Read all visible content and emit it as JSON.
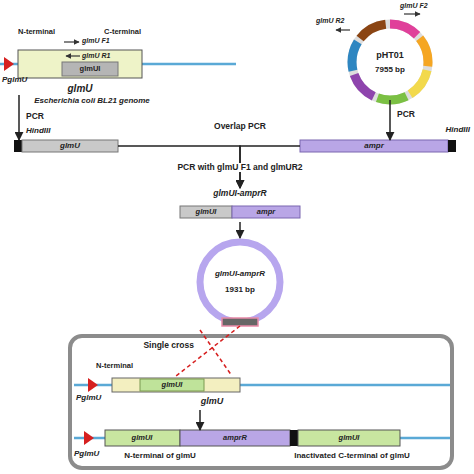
{
  "diagram": {
    "nodes": [
      {
        "text": [
          "glmUI",
          "glmU"
        ]
      },
      {
        "text": [
          "pHT01",
          "7955 bp"
        ]
      },
      {
        "text": [
          "glmU"
        ]
      },
      {
        "text": [
          "ampr"
        ]
      },
      {
        "text": [
          "glmUI-amprR",
          "glmUI",
          "ampr"
        ]
      },
      {
        "text": [
          "glmUI-amprR",
          "1931 bp"
        ]
      },
      {
        "text": [
          "glmUI",
          "glmU"
        ]
      },
      {
        "text": [
          "glmUI",
          "amprR",
          "glmUI"
        ]
      }
    ],
    "edges": [
      {
        "from": 0,
        "to": 2,
        "label": "PCR",
        "arrow": "to"
      },
      {
        "from": 1,
        "to": 3,
        "label": "PCR",
        "arrow": "to"
      },
      {
        "from": 2,
        "to": 4,
        "arrow": "to"
      },
      {
        "from": 3,
        "to": 4,
        "arrow": "to"
      },
      {
        "from": 4,
        "to": 5,
        "arrow": "to"
      },
      {
        "from": 5,
        "to": 6,
        "label": "Single cross",
        "arrow": "none"
      },
      {
        "from": 6,
        "to": 7,
        "arrow": "to"
      }
    ],
    "labels": [
      "N-terminal",
      "C-terminal",
      "glmU F1",
      "glmU R1",
      "PglmU",
      "Escherichia coli BL21 genome",
      "glmU F2",
      "glmU R2",
      "HindIII",
      "HindIII",
      "Overlap PCR",
      "PCR with glmU F1 and glmUR2",
      "N-terminal",
      "PglmU",
      "PglmU",
      "N-terminal of glmU",
      "Inactivated C-terminal of glmU"
    ]
  }
}
